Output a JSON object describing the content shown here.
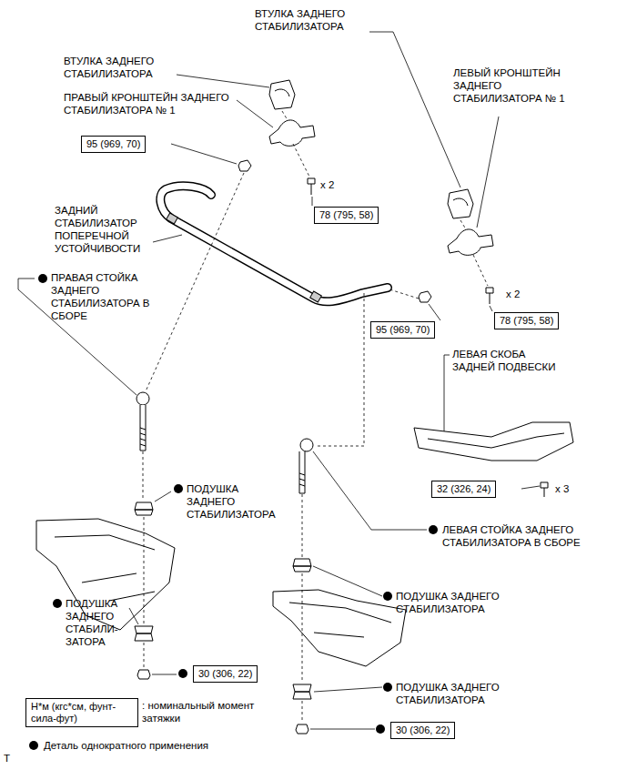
{
  "diagram": {
    "nodes": [
      {
        "text": [
          "95 (969, 70)"
        ]
      },
      {
        "text": [
          "78 (795, 58)"
        ]
      },
      {
        "text": [
          "95 (969, 70)"
        ]
      },
      {
        "text": [
          "78 (795, 58)"
        ]
      },
      {
        "text": [
          "32 (326, 24)"
        ]
      },
      {
        "text": [
          "30 (306, 22)"
        ]
      },
      {
        "text": [
          "30 (306, 22)"
        ]
      },
      {
        "text": [
          "Н*м (кгс*см, фунт-сила-фут)"
        ]
      }
    ],
    "labels": [
      "ВТУЛКА ЗАДНЕГО СТАБИЛИЗАТОРА",
      "ВТУЛКА ЗАДНЕГО СТАБИЛИЗАТОРА",
      "ЛЕВЫЙ КРОНШТЕЙН ЗАДНЕГО СТАБИЛИЗАТОРА № 1",
      "ПРАВЫЙ КРОНШТЕЙН ЗАДНЕГО СТАБИЛИЗАТОРА № 1",
      "x 2",
      "ЗАДНИЙ СТАБИЛИЗАТОР ПОПЕРЕЧНОЙ УСТОЙЧИВОСТИ",
      "ПРАВАЯ СТОЙКА ЗАДНЕГО СТАБИЛИЗАТОРА В СБОРЕ",
      "x 2",
      "ЛЕВАЯ СКОБА ЗАДНЕЙ ПОДВЕСКИ",
      "ПОДУШКА ЗАДНЕГО СТАБИЛИЗАТОРА",
      "x 3",
      "ЛЕВАЯ СТОЙКА ЗАДНЕГО СТАБИЛИЗАТОРА В СБОРЕ",
      "ПОДУШКА ЗАДНЕГО СТАБИЛИЗАТОРА",
      "ПОДУШКА ЗАДНЕГО СТАБИЛИ- ЗАТОРА",
      "ПОДУШКА ЗАДНЕГО СТАБИЛИЗАТОРА",
      "T"
    ],
    "legend": [
      {
        "text": ": номинальный момент затяжки"
      },
      {
        "text": "Деталь однократного применения"
      }
    ]
  }
}
